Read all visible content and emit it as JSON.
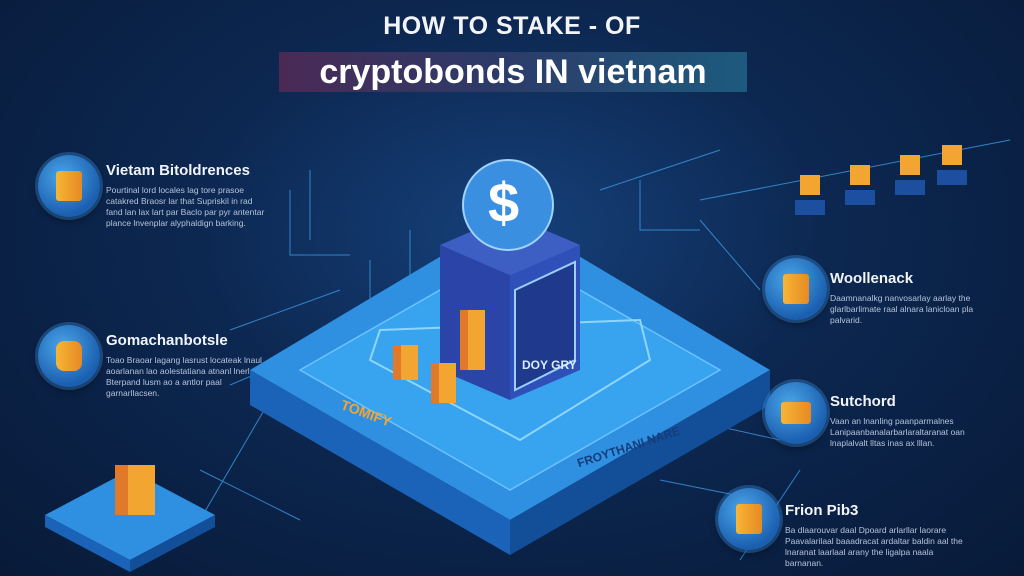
{
  "title": {
    "line1": "HOW TO STAKE - OF",
    "line2": "cryptobonds IN vietnam"
  },
  "left_items": [
    {
      "heading": "Vietam Bitoldrences",
      "body": "Pourtinal lord locales lag tore prasoe catakred Braosr lar that Supriskil in rad fand lan lax lart par Baclo par pyr antentar plance lnvenplar alyphaldign barking."
    },
    {
      "heading": "Gomachanbotsle",
      "body": "Toao Braoar lagang lasrust locateak lnaul aoarlanan lao aolestatiana atnanl lnerl Bterpand lusm ao a antlor paal garnarllacsen."
    }
  ],
  "right_items": [
    {
      "heading": "Woollenack",
      "body": "Daamnanalkg nanvosarlay aarlay the glarlbarlimate raal alnara lanicloan pla palvarid."
    },
    {
      "heading": "Sutchord",
      "body": "Vaan an lnanling paanparmalnes Lanipaanbanalarbarlaraltaranat oan lnaplalvalt lltas inas ax lllan."
    },
    {
      "heading": "Frion Pib3",
      "body": "Ba dlaarouvar daal Dpoard arlarllar laorare Paavalarilaal baaadracat ardaltar baldin aal the lnaranat laarlaal arany the ligalpa naala barnanan."
    }
  ],
  "platform": {
    "label_left": "TOMIFY",
    "label_front": "FROYTHANI NARE",
    "panel_label": "DOY GRY",
    "coin_symbol": "$"
  },
  "colors": {
    "accent_orange": "#f2a531",
    "platform_blue": "#2f8fe0",
    "background": "#0c2750"
  }
}
